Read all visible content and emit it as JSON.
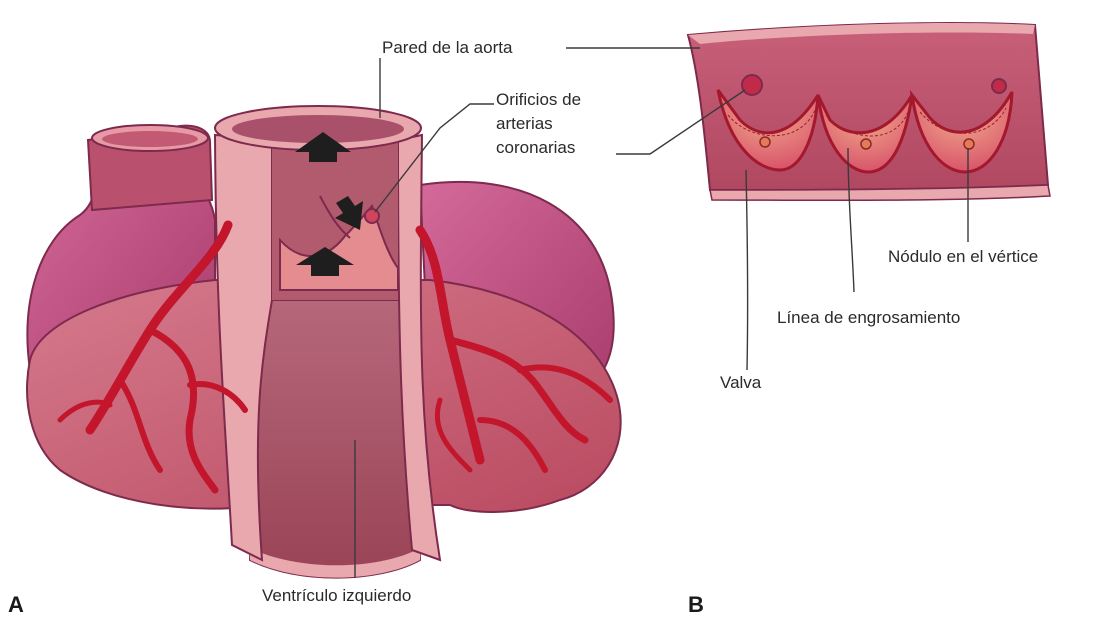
{
  "labels": {
    "aortic_wall": "Pared de la aorta",
    "coronary_orifices": "Orificios de\narterias\ncoronarias",
    "apex_nodule": "Nódulo en el vértice",
    "thickening_line": "Línea de engrosamiento",
    "cusp": "Valva",
    "left_ventricle": "Ventrículo izquierdo"
  },
  "panels": {
    "a": "A",
    "b": "B"
  },
  "colors": {
    "heart_surface": "#c2566b",
    "atrium": "#b84a78",
    "vessel": "#c3162c",
    "wall_light": "#e9a7ae",
    "cavity": "#9e4a5c",
    "arrow": "#1e1e1e"
  }
}
